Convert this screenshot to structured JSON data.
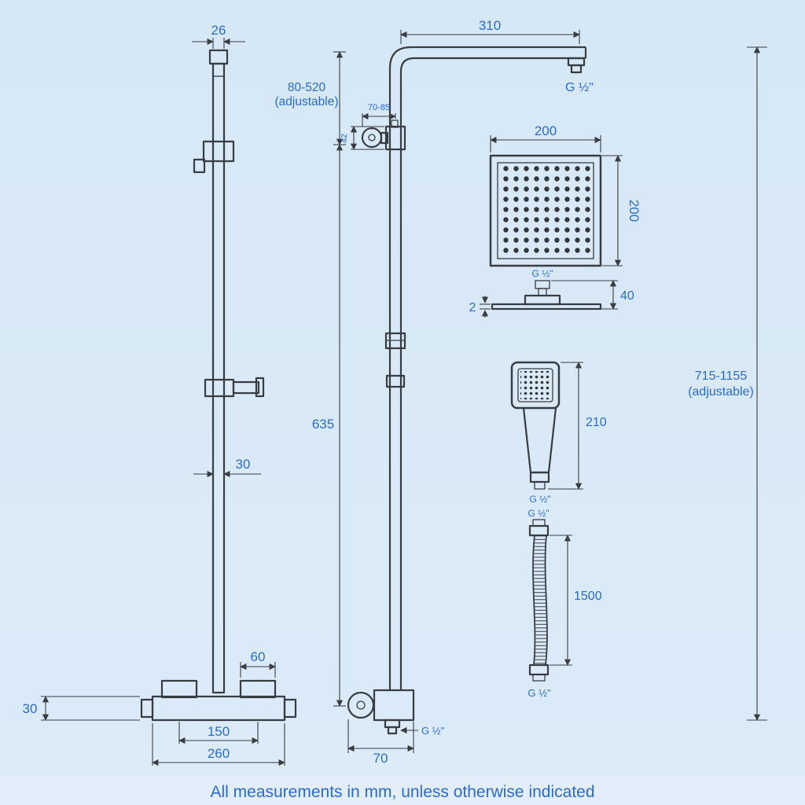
{
  "meta": {
    "note": "All measurements in mm, unless otherwise indicated"
  },
  "front_view": {
    "rail_width_top": "26",
    "slide_range": "80-520",
    "slide_range_note": "(adjustable)",
    "fixed_height": "635",
    "rail_section": "30",
    "block_width": "60",
    "valve_height": "30",
    "valve_centres": "150",
    "valve_width": "260"
  },
  "side_view": {
    "arm_length": "310",
    "arm_outlet_thread": "G ½\"",
    "bracket_reach": "70-85",
    "bracket_size": "42",
    "valve_outlet_thread": "G ½\"",
    "valve_depth": "70"
  },
  "head": {
    "width": "200",
    "depth": "200",
    "thread": "G ½\"",
    "edge": "40",
    "thickness": "2"
  },
  "handset": {
    "length": "210",
    "thread": "G ½\""
  },
  "hose": {
    "top_thread": "G ½\"",
    "length": "1500",
    "bottom_thread": "G ½\""
  },
  "overall": {
    "range": "715-1155",
    "note": "(adjustable)"
  },
  "colors": {
    "background": "#d6e7f5",
    "line": "#383d42",
    "dim_text": "#2a6cc7"
  }
}
